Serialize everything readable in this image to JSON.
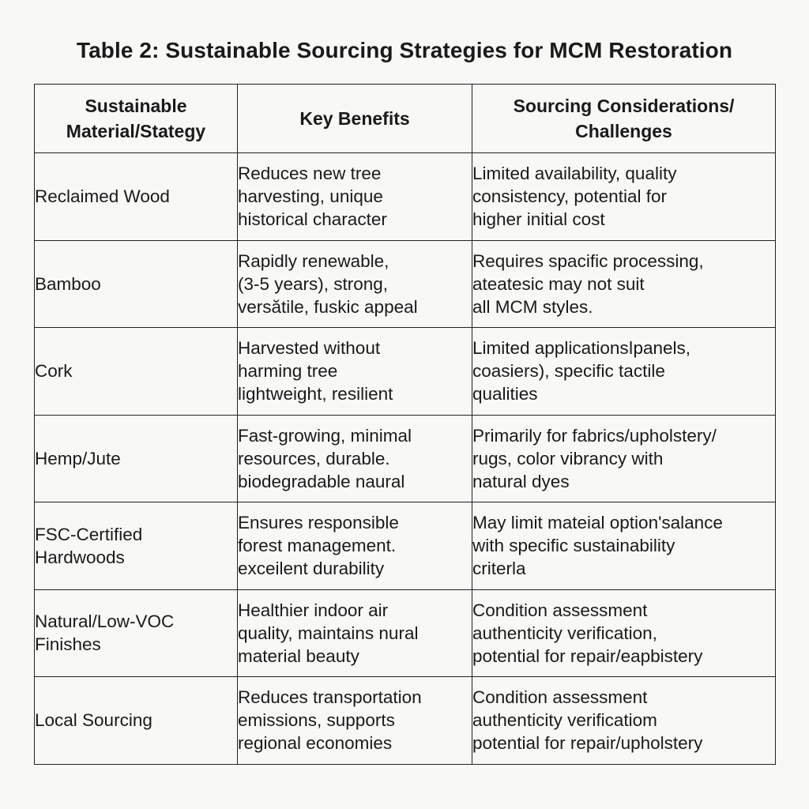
{
  "title": "Table 2: Sustainable Sourcing Strategies for MCM Restoration",
  "headers": [
    "Sustainable\nMaterial/Stategy",
    "Key Benefits",
    "Sourcing Considerations/\nChallenges"
  ],
  "rows": [
    {
      "material": "Reclaimed Wood",
      "benefits": "Reduces new tree\nharvesting, unique\nhistorical character",
      "considerations": "Limited availability, quality\nconsistency, potential for\nhigher initial cost"
    },
    {
      "material": "Bamboo",
      "benefits": "Rapidly renewable,\n(3-5 years), strong,\nversătile, fuskic appeal",
      "considerations": "Requires spacific processing,\nateatesic may not suit\nall MCM styles."
    },
    {
      "material": "Cork",
      "benefits": "Harvested without\nharming tree\nlightweight, resilient",
      "considerations": "Limited applicationsǀpanels,\ncoasiers), specific tactile\nqualities"
    },
    {
      "material": "Hemp/Jute",
      "benefits": "Fast-growing, minimal\nresources, durable.\nbiodegradable naural",
      "considerations": "Primarily for fabrics/upholstery/\nrugs, color vibrancy with\nnatural dyes"
    },
    {
      "material": "FSC-Certified\nHardwoods",
      "benefits": "Ensures responsible\nforest management.\nexceilent durability",
      "considerations": "May limit mateial option'salance\nwith specific sustainability\ncriterla"
    },
    {
      "material": "Natural/Low-VOC\nFinishes",
      "benefits": "Healthier indoor air\nquality, maintains nural\nmaterial beauty",
      "considerations": "Condition assessment\nauthenticity verification,\npotential for repair/eapbistery"
    },
    {
      "material": "Local Sourcing",
      "benefits": "Reduces transportation\nemissions, supports\nregional economies",
      "considerations": "Condition assessment\nauthenticity verificatiom\npotential for repair/upholstery"
    }
  ]
}
